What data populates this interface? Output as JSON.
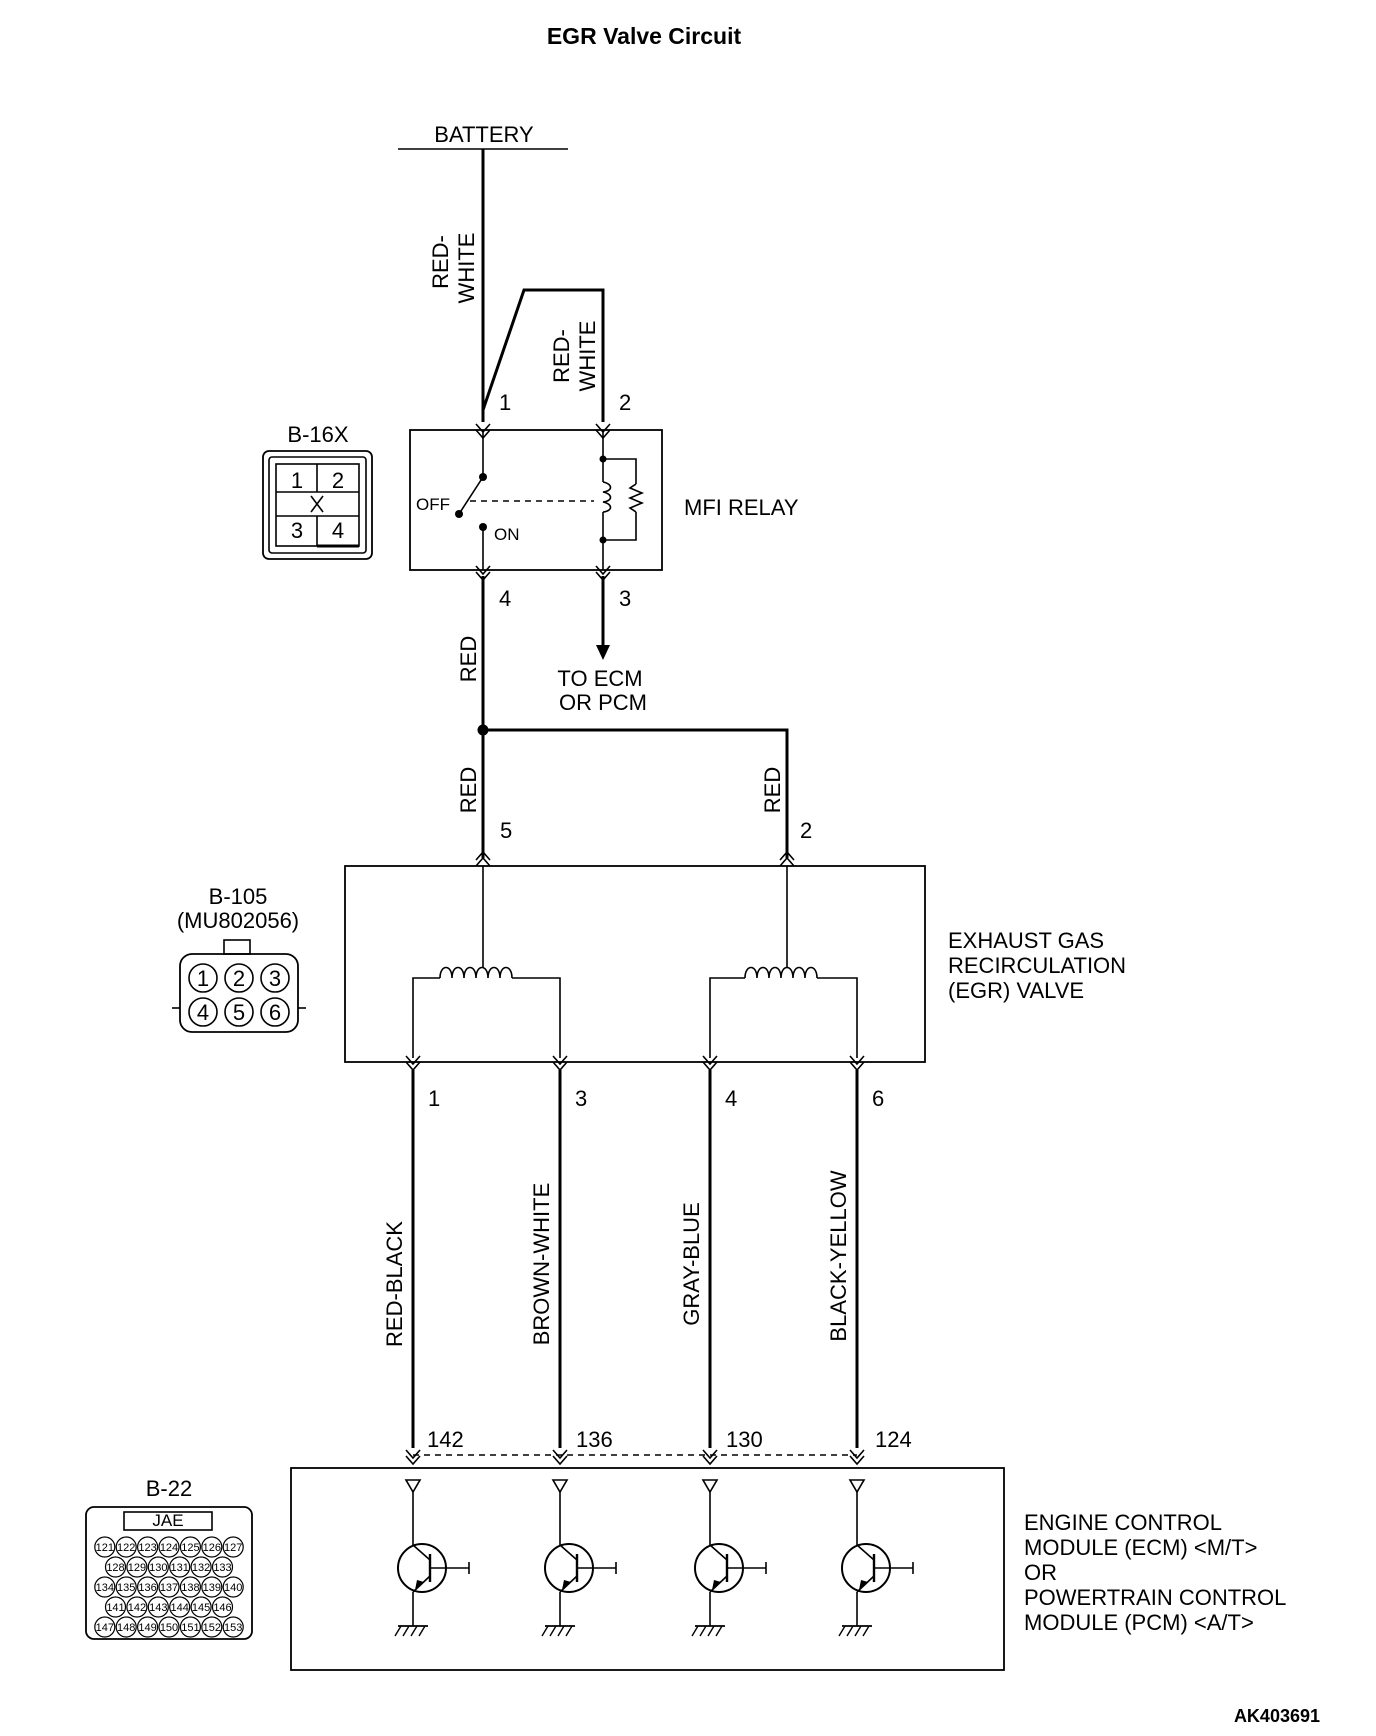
{
  "title": "EGR Valve Circuit",
  "figure_id": "AK403691",
  "battery": {
    "label": "BATTERY"
  },
  "relay": {
    "label": "MFI RELAY",
    "connector": {
      "id": "B-16X",
      "pins": [
        "1",
        "2",
        "3",
        "4"
      ]
    },
    "pins": {
      "p1": "1",
      "p2": "2",
      "p3": "3",
      "p4": "4"
    },
    "switch_off": "OFF",
    "switch_on": "ON"
  },
  "wires": {
    "battery_to_relay": [
      "RED-",
      "WHITE"
    ],
    "relay_pin2": [
      "RED-",
      "WHITE"
    ],
    "relay_out": "RED",
    "egr_feed_a": "RED",
    "egr_feed_b": "RED",
    "egr_out": [
      "RED-BLACK",
      "BROWN-WHITE",
      "GRAY-BLUE",
      "BLACK-YELLOW"
    ]
  },
  "to_ecm": [
    "TO ECM",
    "OR PCM"
  ],
  "egr_valve": {
    "label": [
      "EXHAUST GAS",
      "RECIRCULATION",
      "(EGR) VALVE"
    ],
    "connector": {
      "id": "B-105",
      "part": "(MU802056)",
      "pins": [
        "1",
        "2",
        "3",
        "4",
        "5",
        "6"
      ]
    },
    "input_pins": [
      "5",
      "2"
    ],
    "output_pins": [
      "1",
      "3",
      "4",
      "6"
    ]
  },
  "ecm": {
    "label": [
      "ENGINE CONTROL",
      "MODULE (ECM) <M/T>",
      "OR",
      "POWERTRAIN CONTROL",
      "MODULE (PCM) <A/T>"
    ],
    "connector": {
      "id": "B-22",
      "maker": "JAE",
      "rows": [
        [
          "121",
          "122",
          "123",
          "124",
          "125",
          "126",
          "127"
        ],
        [
          "128",
          "129",
          "130",
          "131",
          "132",
          "133"
        ],
        [
          "134",
          "135",
          "136",
          "137",
          "138",
          "139",
          "140"
        ],
        [
          "141",
          "142",
          "143",
          "144",
          "145",
          "146"
        ],
        [
          "147",
          "148",
          "149",
          "150",
          "151",
          "152",
          "153"
        ]
      ]
    },
    "pins": [
      "142",
      "136",
      "130",
      "124"
    ]
  }
}
